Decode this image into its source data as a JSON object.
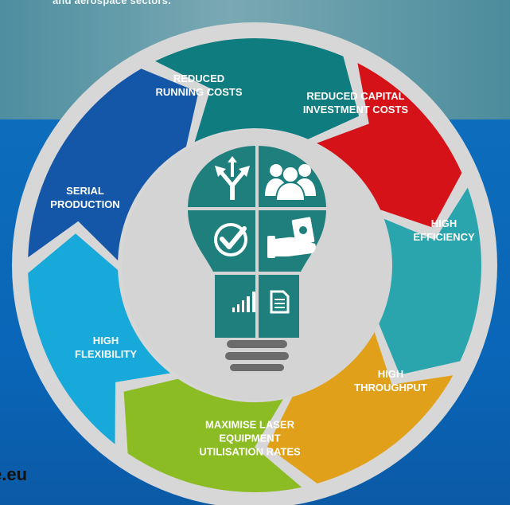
{
  "header": {
    "text": "and aerospace sectors."
  },
  "footer": {
    "url_fragment": "e.eu"
  },
  "segments": [
    {
      "label_line1": "REDUCED",
      "label_line2": "RUNNING COSTS",
      "color": "#0f7c80"
    },
    {
      "label_line1": "REDUCED CAPITAL",
      "label_line2": "INVESTMENT COSTS",
      "color": "#d61219"
    },
    {
      "label_line1": "HIGH",
      "label_line2": "EFFICIENCY",
      "color": "#2aa5ad"
    },
    {
      "label_line1": "HIGH",
      "label_line2": "THROUGHPUT",
      "color": "#e0a019"
    },
    {
      "label_line1": "MAXIMISE LASER",
      "label_line2": "EQUIPMENT",
      "label_line3": "UTILISATION RATES",
      "color": "#8cbc24"
    },
    {
      "label_line1": "HIGH",
      "label_line2": "FLEXIBILITY",
      "color": "#16a9d9"
    },
    {
      "label_line1": "SERIAL",
      "label_line2": "PRODUCTION",
      "color": "#1457a8"
    }
  ],
  "bulb": {
    "color": "#1f7f7d",
    "icons": [
      "split-arrows-icon",
      "people-group-icon",
      "checkmark-circle-icon",
      "hand-money-icon",
      "signal-bars-icon",
      "document-icon"
    ]
  }
}
